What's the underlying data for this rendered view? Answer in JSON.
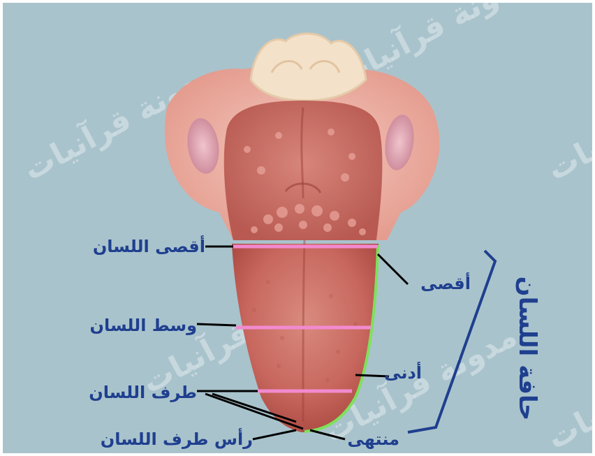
{
  "labels": {
    "back_of_tongue": "أقصى اللسان",
    "middle_of_tongue": "وسط اللسان",
    "tongue_tip_region": "طرف اللسان",
    "tongue_tip_point": "رأس طرف اللسان",
    "edge_far": "أقصى",
    "edge_near": "أدنى",
    "edge_end": "منتهى",
    "tongue_edge": "حافة اللسان"
  },
  "watermark": "مدونة قرآنيات",
  "colors": {
    "background": "#a9c3cc",
    "label_text": "#1f3f8f",
    "pink_line": "#f28ad0",
    "green_edge": "#7ee15a",
    "leader": "#000000",
    "tongue": "#c86a62"
  }
}
